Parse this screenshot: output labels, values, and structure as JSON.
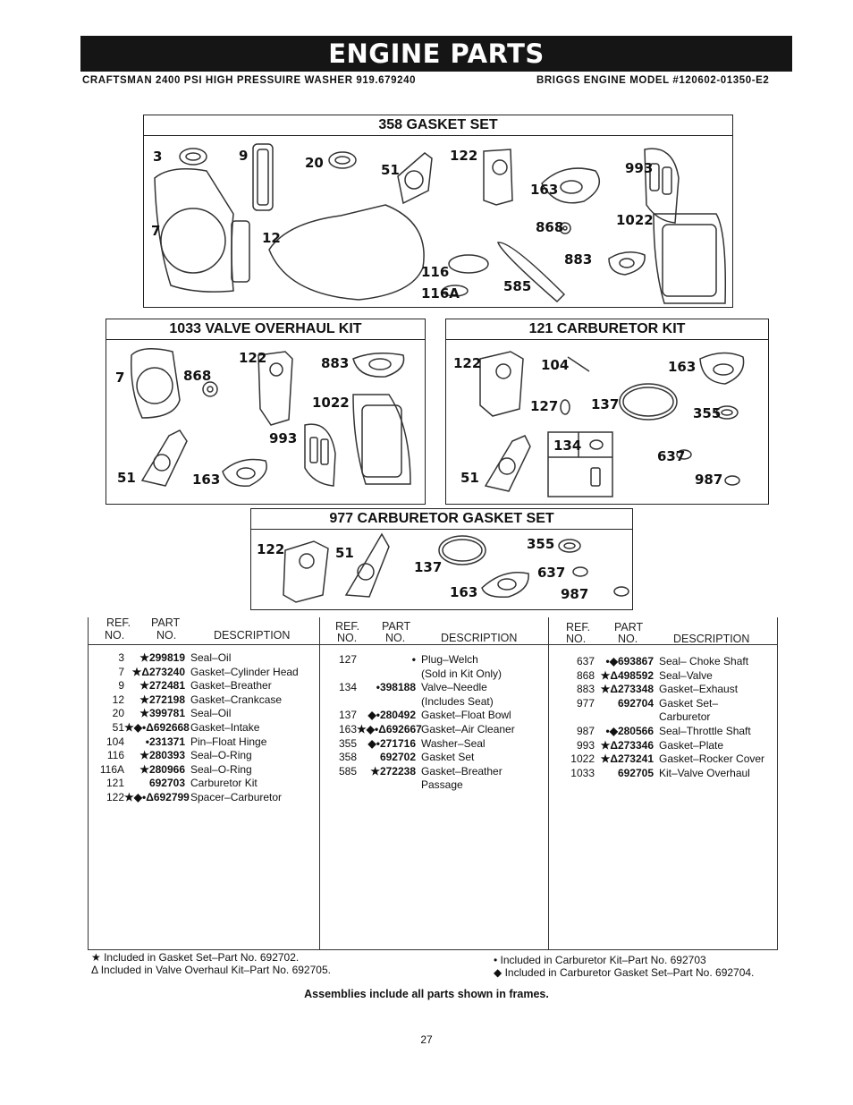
{
  "banner": {
    "title": "ENGINE PARTS"
  },
  "subheader": {
    "left": "CRAFTSMAN 2400 PSI HIGH PRESSUIRE WASHER 919.679240",
    "right": "BRIGGS ENGINE MODEL #120602-01350-E2"
  },
  "frames": {
    "gasket_set": {
      "title": "358 GASKET SET",
      "labels": [
        "3",
        "9",
        "20",
        "51",
        "122",
        "993",
        "163",
        "7",
        "12",
        "868",
        "1022",
        "883",
        "116",
        "116A",
        "585"
      ]
    },
    "valve_kit": {
      "title": "1033 VALVE OVERHAUL KIT",
      "labels": [
        "122",
        "883",
        "7",
        "868",
        "1022",
        "993",
        "51",
        "163"
      ]
    },
    "carb_kit": {
      "title": "121 CARBURETOR KIT",
      "labels": [
        "122",
        "104",
        "163",
        "127",
        "137",
        "355",
        "134",
        "637",
        "51",
        "987"
      ]
    },
    "carb_gasket_set": {
      "title": "977 CARBURETOR GASKET SET",
      "labels": [
        "122",
        "51",
        "355",
        "137",
        "637",
        "163",
        "987"
      ]
    }
  },
  "table": {
    "header": {
      "ref": "REF.",
      "no": "NO.",
      "part": "PART",
      "desc": "DESCRIPTION"
    },
    "col1": [
      {
        "ref": "3",
        "part": "★299819",
        "desc": "Seal–Oil"
      },
      {
        "ref": "7",
        "part": "★Δ273240",
        "desc": "Gasket–Cylinder Head"
      },
      {
        "ref": "9",
        "part": "★272481",
        "desc": "Gasket–Breather"
      },
      {
        "ref": "12",
        "part": "★272198",
        "desc": "Gasket–Crankcase"
      },
      {
        "ref": "20",
        "part": "★399781",
        "desc": "Seal–Oil"
      },
      {
        "ref": "51",
        "part": "★◆•Δ692668",
        "desc": "Gasket–Intake"
      },
      {
        "ref": "104",
        "part": "•231371",
        "desc": "Pin–Float Hinge"
      },
      {
        "ref": "116",
        "part": "★280393",
        "desc": "Seal–O-Ring"
      },
      {
        "ref": "116A",
        "part": "★280966",
        "desc": "Seal–O-Ring"
      },
      {
        "ref": "121",
        "part": "692703",
        "desc": "Carburetor Kit"
      },
      {
        "ref": "122",
        "part": "★◆•Δ692799",
        "desc": "Spacer–Carburetor"
      }
    ],
    "col2": [
      {
        "ref": "127",
        "part": "•",
        "desc": "Plug–Welch",
        "cont": "(Sold in Kit Only)"
      },
      {
        "ref": "134",
        "part": "•398188",
        "desc": "Valve–Needle",
        "cont": "(Includes Seat)"
      },
      {
        "ref": "137",
        "part": "◆•280492",
        "desc": "Gasket–Float Bowl"
      },
      {
        "ref": "163",
        "part": "★◆•Δ692667",
        "desc": "Gasket–Air Cleaner"
      },
      {
        "ref": "355",
        "part": "◆•271716",
        "desc": "Washer–Seal"
      },
      {
        "ref": "358",
        "part": "692702",
        "desc": "Gasket Set"
      },
      {
        "ref": "585",
        "part": "★272238",
        "desc": "Gasket–Breather",
        "cont": "Passage"
      }
    ],
    "col3": [
      {
        "ref": "637",
        "part": "•◆693867",
        "desc": "Seal– Choke Shaft"
      },
      {
        "ref": "868",
        "part": "★Δ498592",
        "desc": "Seal–Valve"
      },
      {
        "ref": "883",
        "part": "★Δ273348",
        "desc": "Gasket–Exhaust"
      },
      {
        "ref": "977",
        "part": "692704",
        "desc": "Gasket Set–",
        "cont": "Carburetor"
      },
      {
        "ref": "987",
        "part": "•◆280566",
        "desc": "Seal–Throttle Shaft"
      },
      {
        "ref": "993",
        "part": "★Δ273346",
        "desc": "Gasket–Plate"
      },
      {
        "ref": "1022",
        "part": "★Δ273241",
        "desc": "Gasket–Rocker Cover"
      },
      {
        "ref": "1033",
        "part": "692705",
        "desc": "Kit–Valve Overhaul"
      }
    ]
  },
  "notes": {
    "star": "★  Included in Gasket Set–Part No. 692702.",
    "delta": "Δ  Included in Valve Overhaul Kit–Part No. 692705.",
    "bullet": "•  Included in Carburetor Kit–Part No. 692703",
    "diamond": "◆  Included in Carburetor Gasket Set–Part No. 692704."
  },
  "footer": {
    "assemblies": "Assemblies include all parts shown in frames.",
    "page": "27"
  }
}
